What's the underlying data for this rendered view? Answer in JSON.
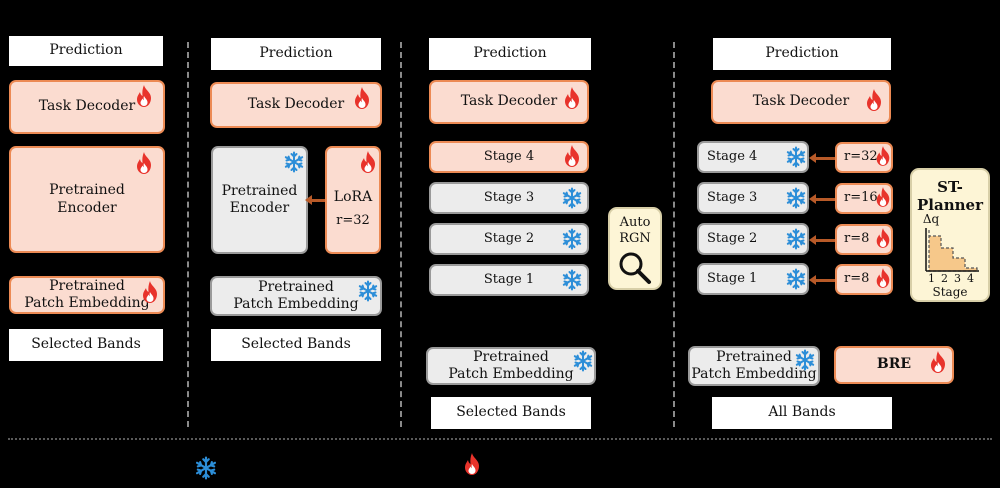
{
  "panel1": {
    "prediction": "Prediction",
    "task_decoder": "Task Decoder",
    "encoder": "Pretrained\nEncoder",
    "patch_embedding": "Pretrained\nPatch Embedding",
    "bands": "Selected Bands"
  },
  "panel2": {
    "prediction": "Prediction",
    "task_decoder": "Task Decoder",
    "encoder": "Pretrained\nEncoder",
    "lora": "LoRA",
    "lora_rank": "r=32",
    "patch_embedding": "Pretrained\nPatch Embedding",
    "bands": "Selected Bands"
  },
  "panel3": {
    "prediction": "Prediction",
    "task_decoder": "Task Decoder",
    "stages": [
      "Stage 4",
      "Stage 3",
      "Stage 2",
      "Stage 1"
    ],
    "auto_rgn": "Auto\nRGN",
    "patch_embedding": "Pretrained\nPatch Embedding",
    "bands": "Selected Bands"
  },
  "panel4": {
    "prediction": "Prediction",
    "task_decoder": "Task Decoder",
    "stages": [
      "Stage 4",
      "Stage 3",
      "Stage 2",
      "Stage 1"
    ],
    "ranks": [
      "r=32",
      "r=16",
      "r=8",
      "r=8"
    ],
    "planner_title": "ST-\nPlanner",
    "planner_ylabel": "Δq",
    "planner_ticks": [
      "1",
      "2",
      "3",
      "4"
    ],
    "planner_xlabel": "Stage",
    "patch_embedding": "Pretrained\nPatch Embedding",
    "bre": "BRE",
    "bands": "All Bands"
  },
  "colors": {
    "trainable_fill": "#fbdcd0",
    "trainable_border": "#ec8a54",
    "frozen_fill": "#ececec",
    "frozen_border": "#9a9a9a",
    "fire": "#e8332b",
    "snowflake": "#2c8ed8",
    "planner_fill": "#fdf5d6"
  },
  "icons": {
    "trainable": "fire-icon",
    "frozen": "snowflake-icon",
    "search": "magnifier-icon"
  }
}
